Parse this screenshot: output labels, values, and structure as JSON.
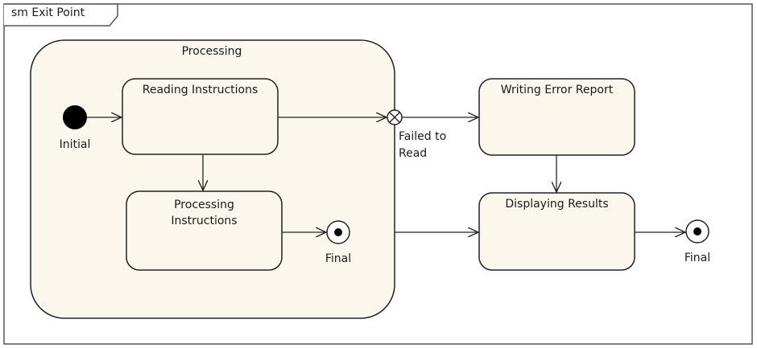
{
  "diagram": {
    "frame_label": "sm Exit Point",
    "composite_state": {
      "label": "Processing"
    },
    "states": {
      "reading_instructions": "Reading Instructions",
      "processing_instructions_line1": "Processing",
      "processing_instructions_line2": "Instructions",
      "writing_error_report": "Writing Error Report",
      "displaying_results": "Displaying Results"
    },
    "pseudostates": {
      "initial_label": "Initial",
      "inner_final_label": "Final",
      "outer_final_label": "Final",
      "exit_point_label_line1": "Failed to",
      "exit_point_label_line2": "Read"
    },
    "colors": {
      "state_fill": "#fbf7ec",
      "stroke": "#222222",
      "frame_stroke": "#555555"
    }
  }
}
